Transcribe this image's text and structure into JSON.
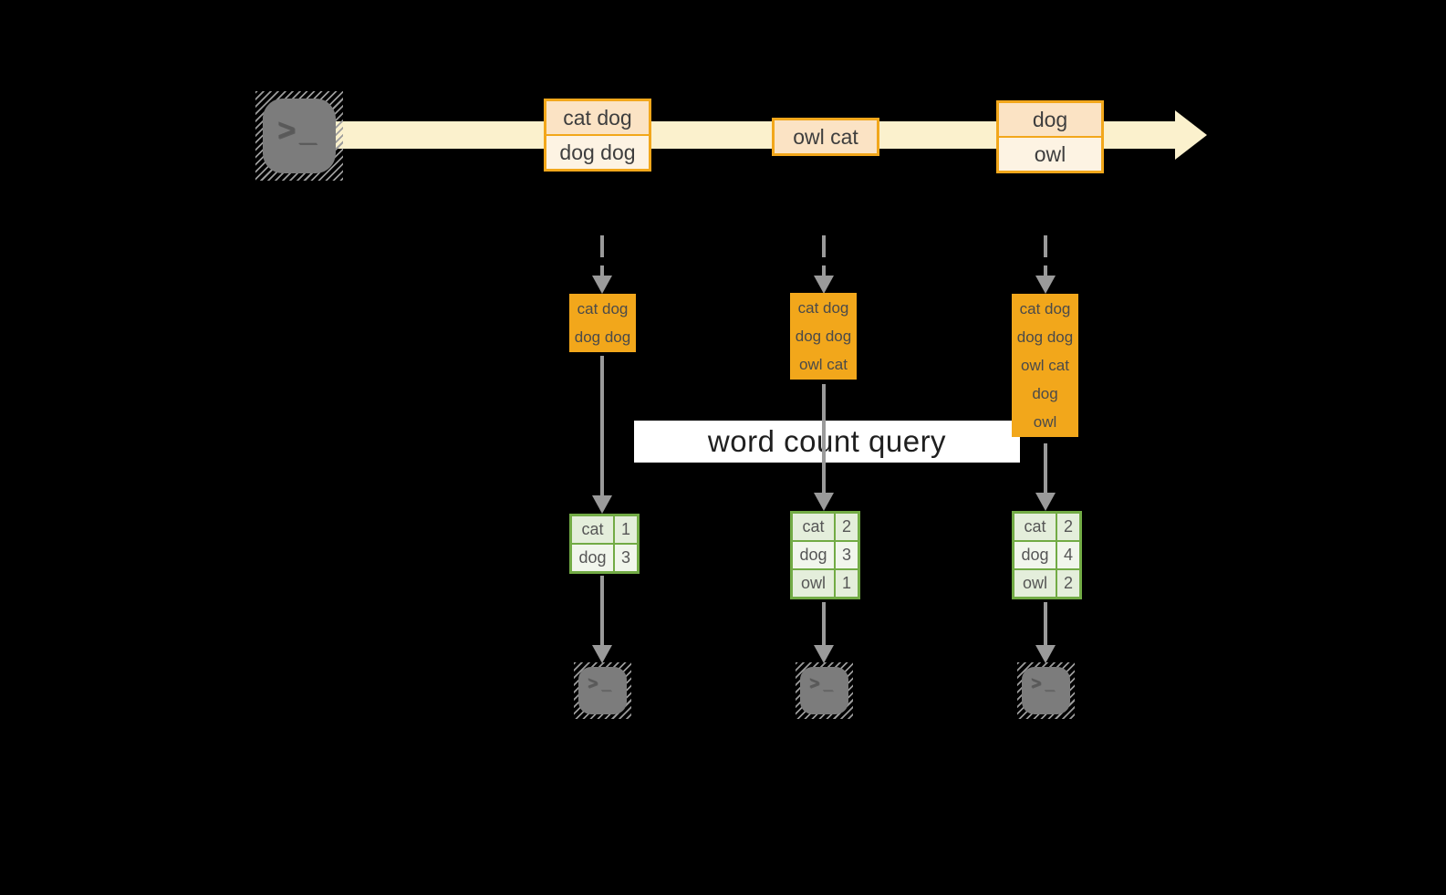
{
  "banner": {
    "label": "word count query"
  },
  "terminal": {
    "chevron": ">",
    "underscore": "_"
  },
  "colors": {
    "background": "#000000",
    "stream_band": "#fbf1cd",
    "orange_border": "#f2a71b",
    "orange_cell_dark": "#fbe3c4",
    "orange_cell_light": "#fdf3e3",
    "green_border": "#72ab45",
    "green_row_dark": "#e4eedb",
    "green_row_light": "#f1f6ec",
    "arrow_gray": "#9a9a9a"
  },
  "stream": {
    "batches": [
      {
        "items": [
          "cat dog",
          "dog dog"
        ]
      },
      {
        "items": [
          "owl cat"
        ]
      },
      {
        "items": [
          "dog",
          "owl"
        ]
      }
    ]
  },
  "columns": [
    {
      "buffer": [
        "cat dog",
        "dog dog"
      ],
      "counts": [
        {
          "word": "cat",
          "count": "1"
        },
        {
          "word": "dog",
          "count": "3"
        }
      ]
    },
    {
      "buffer": [
        "cat dog",
        "dog dog",
        "owl cat"
      ],
      "counts": [
        {
          "word": "cat",
          "count": "2"
        },
        {
          "word": "dog",
          "count": "3"
        },
        {
          "word": "owl",
          "count": "1"
        }
      ]
    },
    {
      "buffer": [
        "cat dog",
        "dog dog",
        "owl cat",
        "dog",
        "owl"
      ],
      "counts": [
        {
          "word": "cat",
          "count": "2"
        },
        {
          "word": "dog",
          "count": "4"
        },
        {
          "word": "owl",
          "count": "2"
        }
      ]
    }
  ]
}
